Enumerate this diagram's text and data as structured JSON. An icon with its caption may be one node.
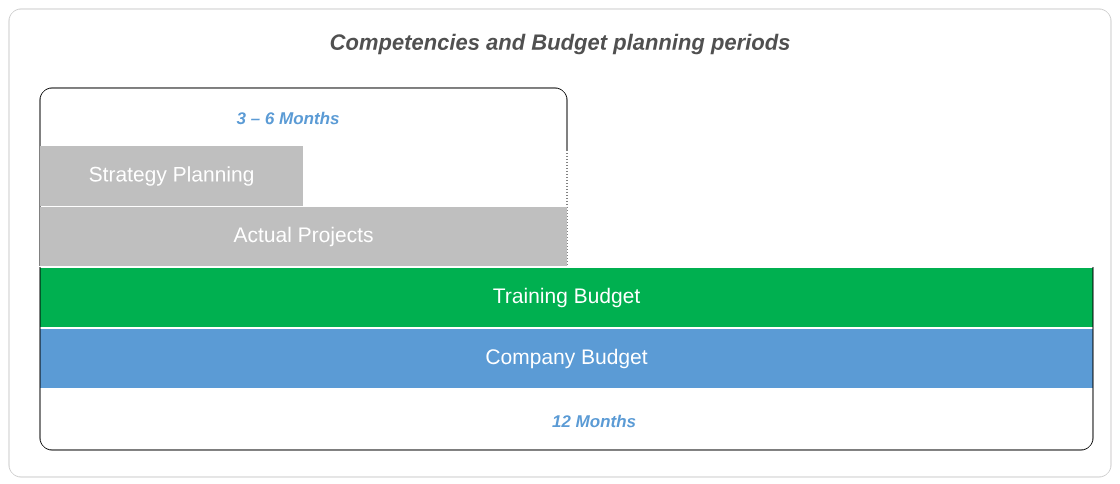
{
  "diagram": {
    "title": "Competencies and Budget planning periods",
    "nodes": [
      {
        "text": [
          "3 – 6 Months"
        ]
      },
      {
        "text": [
          "Strategy Planning"
        ],
        "in": 0
      },
      {
        "text": [
          "Actual Projects"
        ],
        "in": 0
      },
      {
        "text": [
          "Training Budget"
        ],
        "in": 5
      },
      {
        "text": [
          "Company Budget"
        ],
        "in": 5
      },
      {
        "text": [
          "12 Months"
        ]
      }
    ]
  }
}
